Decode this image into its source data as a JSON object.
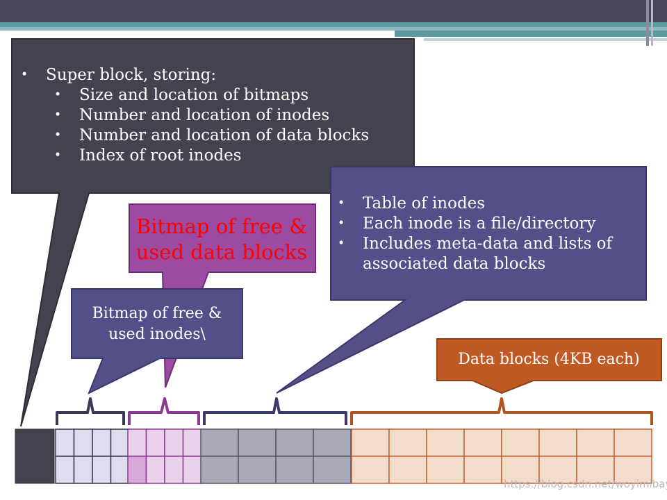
{
  "colors": {
    "header_bar": "#474658",
    "header_accent": "#5b9aa0",
    "super_block": "#43424f",
    "inode_blue": "#534f88",
    "data_bitmap_purple": "#9a4aa0",
    "data_orange": "#c05a24",
    "inode_bitmap_cell": "#dedced",
    "data_bitmap_cell": "#ead3ea",
    "inode_table_cell": "#aaa9b8",
    "data_cell": "#f4dccd"
  },
  "super_block": {
    "heading": "Super block, storing:",
    "items": [
      "Size and location of bitmaps",
      "Number and location of inodes",
      "Number and location of data blocks",
      "Index of root inodes"
    ]
  },
  "inode_table": {
    "items": [
      "Table of inodes",
      "Each inode is a file/directory",
      "Includes meta-data and lists of",
      "associated data blocks"
    ]
  },
  "data_bitmap": {
    "line1": "Bitmap of free &",
    "line2": "used data blocks"
  },
  "inode_bitmap": {
    "line1": "Bitmap of free &",
    "line2": "used inodes\\"
  },
  "data_blocks": {
    "label": "Data blocks (4KB each)"
  },
  "watermark": "https://blog.csdn.net/woyimibayi"
}
